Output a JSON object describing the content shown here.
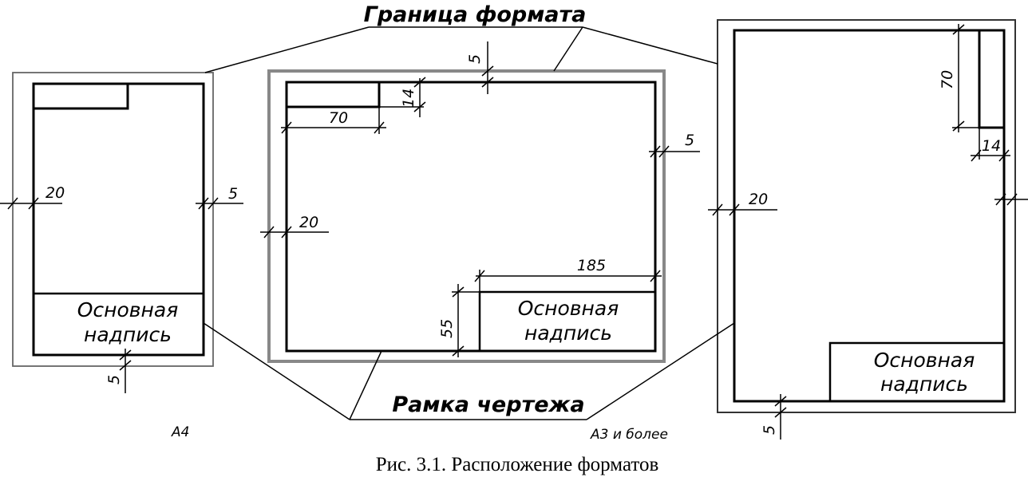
{
  "labels": {
    "format_border": "Граница формата",
    "drawing_frame": "Рамка чертежа",
    "title_block_line1": "Основная",
    "title_block_line2": "надпись",
    "format_a4": "А4",
    "format_a3": "А3 и более"
  },
  "dimensions": {
    "d5": "5",
    "d14": "14",
    "d20": "20",
    "d55": "55",
    "d70": "70",
    "d185": "185"
  },
  "caption": "Рис. 3.1. Расположение форматов",
  "colors": {
    "line": "#000000",
    "border": "#666666",
    "background": "#ffffff"
  }
}
